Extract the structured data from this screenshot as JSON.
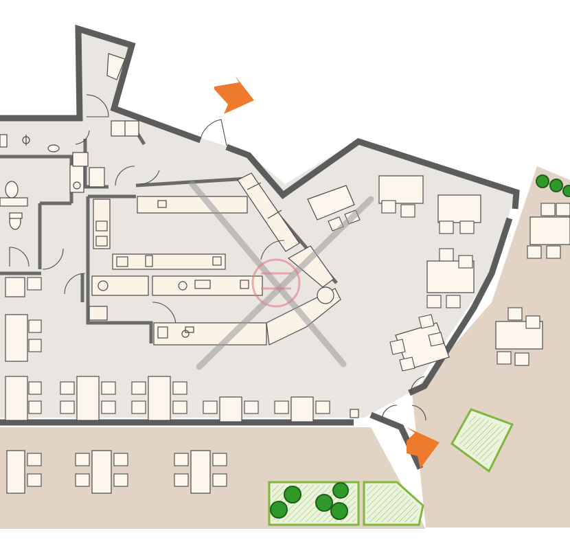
{
  "diagram": {
    "type": "architectural-floor-plan",
    "entrances": [
      "entrance-arrow-top",
      "entrance-arrow-bottom"
    ],
    "colors": {
      "interior_floor": "#e9e6e1",
      "terrace_floor": "#e2d3c4",
      "wall": "#5c5c5c",
      "furniture": "#fdf6ec",
      "entrance_arrow": "#ee7a2e",
      "planter": "#7fb73d",
      "tree": "#2f9a2a"
    },
    "watermark": "logo"
  }
}
